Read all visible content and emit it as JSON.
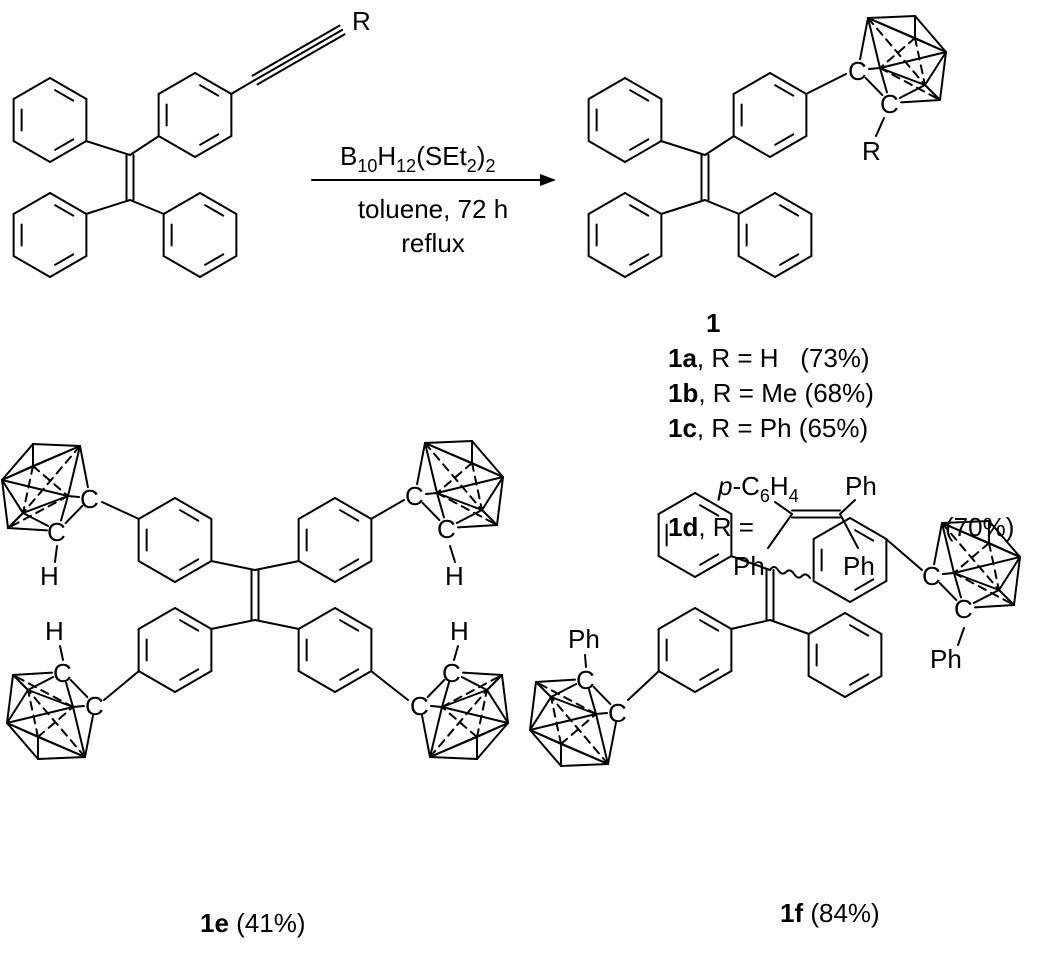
{
  "reagent": {
    "b": "B",
    "b_sub": "10",
    "h": "H",
    "h_sub": "12",
    "paren": "(SEt",
    "et_sub": "2",
    "close": ")",
    "close_sub": "2"
  },
  "conditions": [
    "toluene, 72 h",
    "reflux"
  ],
  "atoms": {
    "C": "C",
    "H": "H",
    "R": "R",
    "Ph": "Ph"
  },
  "product_number": "1",
  "variants": [
    {
      "id": "1a",
      "text": ", R = H   (73%)"
    },
    {
      "id": "1b",
      "text": ", R = Me (68%)"
    },
    {
      "id": "1c",
      "text": ", R = Ph  (65%)"
    },
    {
      "id": "1d",
      "text": ", R =",
      "yield": "(70%)",
      "p_prefix": "p",
      "c6h4": "-C",
      "six": "6",
      "h": "H",
      "four": "4"
    }
  ],
  "compounds": [
    {
      "id": "1e",
      "yield": " (41%)"
    },
    {
      "id": "1f",
      "yield": " (84%)"
    }
  ]
}
